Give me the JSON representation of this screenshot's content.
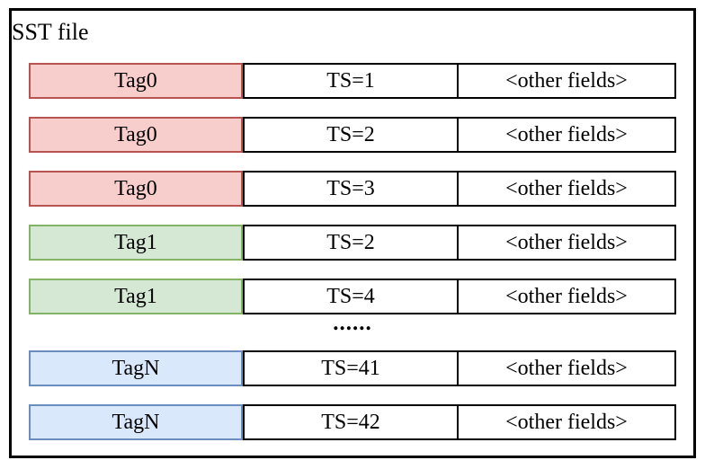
{
  "figure": {
    "title": "SST file",
    "ellipsis": "......",
    "colors": {
      "red": {
        "fill": "#f8cecc",
        "stroke": "#b85450"
      },
      "green": {
        "fill": "#d5e8d4",
        "stroke": "#82b366"
      },
      "blue": {
        "fill": "#dae8fc",
        "stroke": "#6c8ebf"
      }
    },
    "rows": [
      {
        "tag": "Tag0",
        "ts": "TS=1",
        "other": "<other fields>",
        "color": "red"
      },
      {
        "tag": "Tag0",
        "ts": "TS=2",
        "other": "<other fields>",
        "color": "red"
      },
      {
        "tag": "Tag0",
        "ts": "TS=3",
        "other": "<other fields>",
        "color": "red"
      },
      {
        "tag": "Tag1",
        "ts": "TS=2",
        "other": "<other fields>",
        "color": "green"
      },
      {
        "tag": "Tag1",
        "ts": "TS=4",
        "other": "<other fields>",
        "color": "green"
      },
      {
        "tag": "TagN",
        "ts": "TS=41",
        "other": "<other fields>",
        "color": "blue"
      },
      {
        "tag": "TagN",
        "ts": "TS=42",
        "other": "<other fields>",
        "color": "blue"
      }
    ]
  }
}
